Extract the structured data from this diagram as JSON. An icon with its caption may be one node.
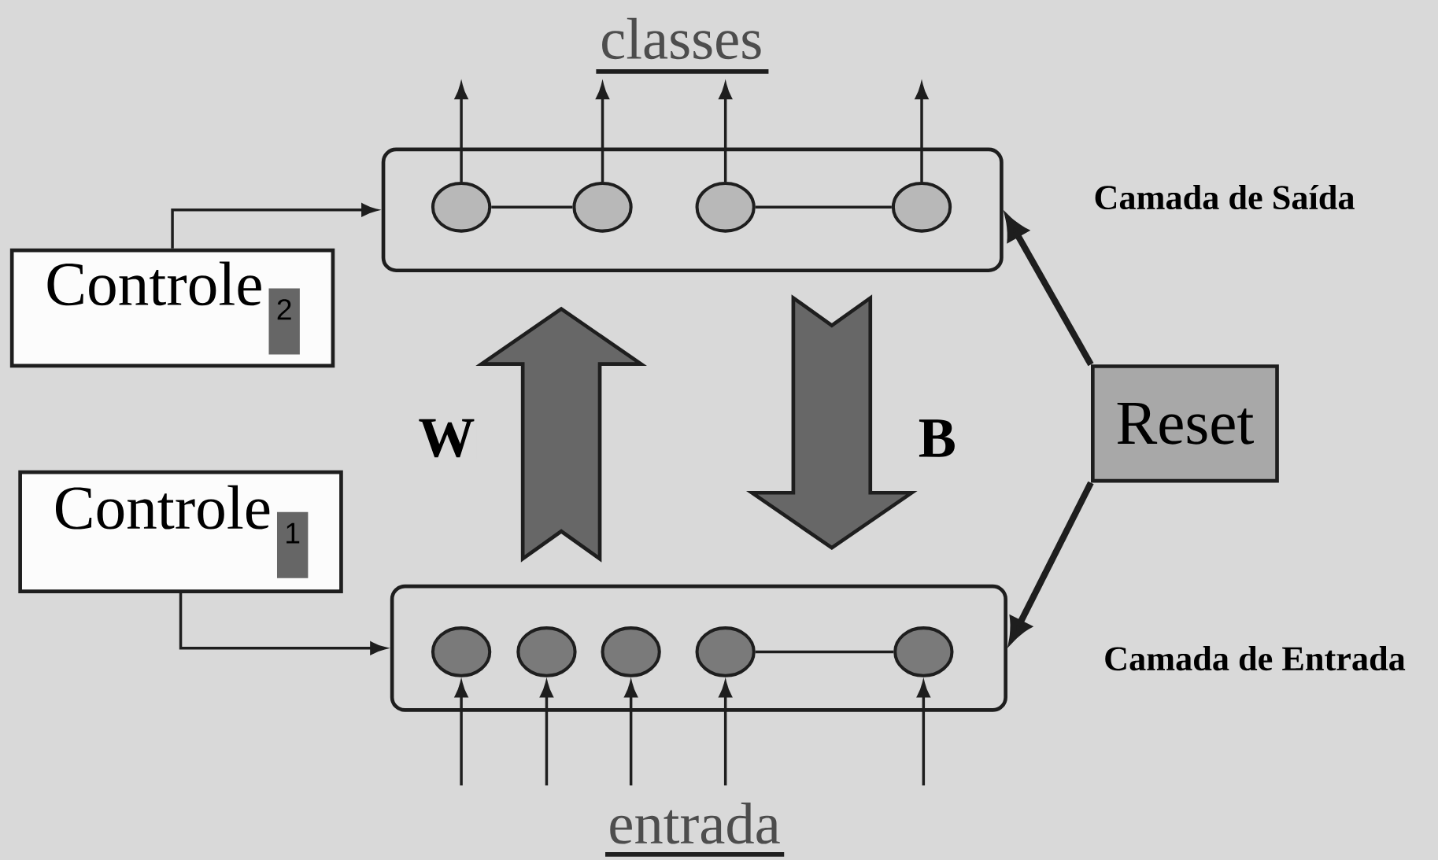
{
  "diagram": {
    "nodes": [
      {
        "text": [],
        "shape": "box",
        "beside": [
          "Camada de Saída"
        ]
      },
      {
        "text": [],
        "shape": "circle",
        "in": 0
      },
      {
        "text": [],
        "shape": "circle",
        "in": 0
      },
      {
        "text": [],
        "shape": "circle",
        "in": 0
      },
      {
        "text": [],
        "shape": "circle",
        "in": 0
      },
      {
        "text": [],
        "shape": "box",
        "beside": [
          "Camada de Entrada"
        ]
      },
      {
        "text": [],
        "shape": "circle",
        "in": 5
      },
      {
        "text": [],
        "shape": "circle",
        "in": 5
      },
      {
        "text": [],
        "shape": "circle",
        "in": 5
      },
      {
        "text": [],
        "shape": "circle",
        "in": 5
      },
      {
        "text": [],
        "shape": "circle",
        "in": 5
      },
      {
        "text": [
          "Controle",
          "2"
        ]
      },
      {
        "text": [
          "Controle",
          "1"
        ]
      },
      {
        "text": [
          "Reset"
        ]
      }
    ],
    "edges": [
      {
        "from": 11,
        "to": 0,
        "arrow": "to"
      },
      {
        "from": 12,
        "to": 5,
        "arrow": "to"
      },
      {
        "from": 13,
        "to": 0,
        "arrow": "to",
        "style": "thick"
      },
      {
        "from": 13,
        "to": 5,
        "arrow": "to",
        "style": "thick"
      },
      {
        "from": 5,
        "to": 0,
        "arrow": "to",
        "label": "W",
        "style": "thick"
      },
      {
        "from": 0,
        "to": 5,
        "arrow": "to",
        "label": "B",
        "style": "thick"
      },
      {
        "from": 1,
        "to": null,
        "arrow": "to"
      },
      {
        "from": 2,
        "to": null,
        "arrow": "to"
      },
      {
        "from": 3,
        "to": null,
        "arrow": "to"
      },
      {
        "from": 4,
        "to": null,
        "arrow": "to"
      },
      {
        "from": null,
        "to": 6,
        "arrow": "to"
      },
      {
        "from": null,
        "to": 7,
        "arrow": "to"
      },
      {
        "from": null,
        "to": 8,
        "arrow": "to"
      },
      {
        "from": null,
        "to": 9,
        "arrow": "to"
      },
      {
        "from": null,
        "to": 10,
        "arrow": "to"
      },
      {
        "from": 1,
        "to": 2,
        "arrow": "none"
      },
      {
        "from": 3,
        "to": 4,
        "arrow": "none"
      },
      {
        "from": 9,
        "to": 10,
        "arrow": "none"
      }
    ],
    "labels": [
      "classes",
      "entrada"
    ]
  }
}
